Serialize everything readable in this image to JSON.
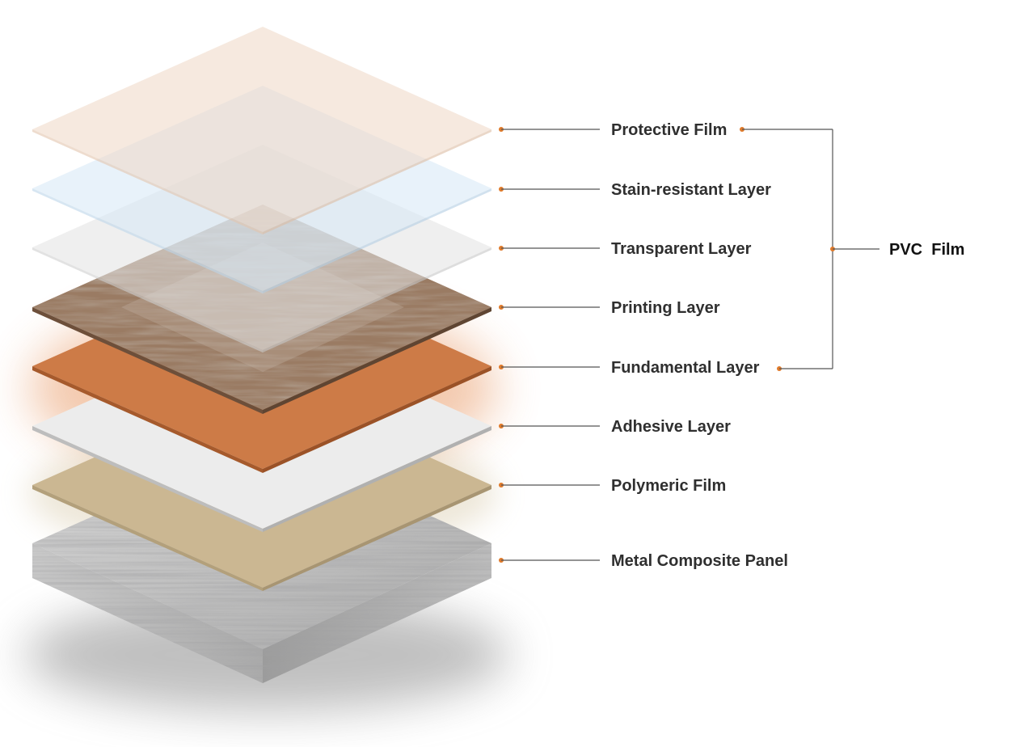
{
  "diagram": {
    "layers": [
      {
        "label": "Protective Film",
        "color": "#f2dccb"
      },
      {
        "label": "Stain-resistant Layer",
        "color": "#dcebf6"
      },
      {
        "label": "Transparent Layer",
        "color": "#e6e6e6"
      },
      {
        "label": "Printing Layer",
        "color": "#9a7a62"
      },
      {
        "label": "Fundamental Layer",
        "color": "#cc7a45"
      },
      {
        "label": "Adhesive Layer",
        "color": "#eeeeee"
      },
      {
        "label": "Polymeric Film",
        "color": "#cdb893"
      },
      {
        "label": "Metal Composite Panel",
        "color": "#b9b9b9"
      }
    ],
    "group": {
      "label": "PVC  Film",
      "members": [
        "Protective Film",
        "Stain-resistant Layer",
        "Transparent Layer",
        "Printing Layer",
        "Fundamental Layer"
      ]
    },
    "accent_color": "#e07a2a",
    "line_color": "#555555"
  }
}
